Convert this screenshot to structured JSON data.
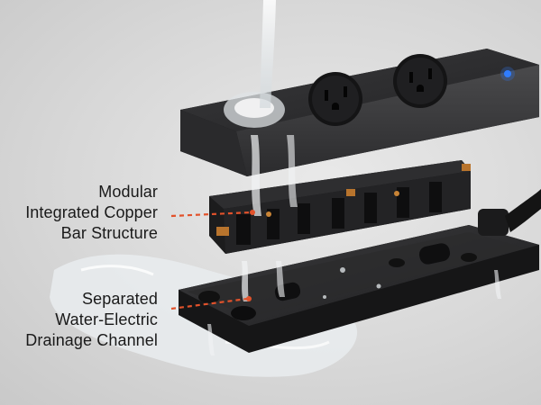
{
  "callouts": [
    {
      "lines": [
        "Modular",
        "Integrated Copper",
        "Bar Structure"
      ]
    },
    {
      "lines": [
        "Separated",
        "Water-Electric",
        "Drainage Channel"
      ]
    }
  ],
  "colors": {
    "leader_line": "#e2522b",
    "indicator_light": "#2f7dff",
    "body_dark": "#2a2a2b",
    "text": "#1a1a1a"
  },
  "icons": [
    "power-outlet-icon",
    "led-indicator-icon"
  ]
}
